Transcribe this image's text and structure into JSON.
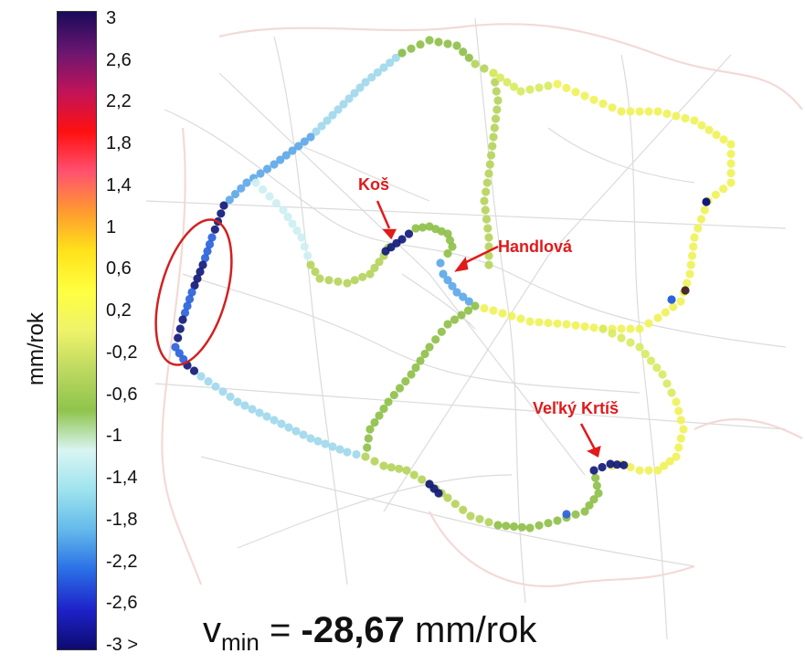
{
  "legend": {
    "unit": "mm/rok",
    "ticks": [
      "3",
      "2,6",
      "2,2",
      "1,8",
      "1,4",
      "1",
      "0,6",
      "0,2",
      "-0,2",
      "-0,6",
      "-1",
      "-1,4",
      "-1,8",
      "-2,2",
      "-2,6",
      "-3 >"
    ],
    "colors": [
      "#1a0a5a",
      "#6a1670",
      "#c0145a",
      "#ff1010",
      "#ff5070",
      "#ff9a30",
      "#ffe21a",
      "#ffff40",
      "#eef36a",
      "#bcd860",
      "#8fc44c",
      "#d9f5f3",
      "#9ee3ee",
      "#63b9ea",
      "#2a6fe6",
      "#1e22c8",
      "#0d0b70"
    ]
  },
  "labels": {
    "kos": "Koš",
    "handlova": "Handlová",
    "velky_krtis": "Veľký Krtíš"
  },
  "vmin": {
    "prefix": "v",
    "sub": "min",
    "eq": " = ",
    "value": "-28,67",
    "unit": " mm/rok"
  },
  "colors": {
    "label_red": "#e11a1a",
    "ellipse_red": "#d22020"
  }
}
